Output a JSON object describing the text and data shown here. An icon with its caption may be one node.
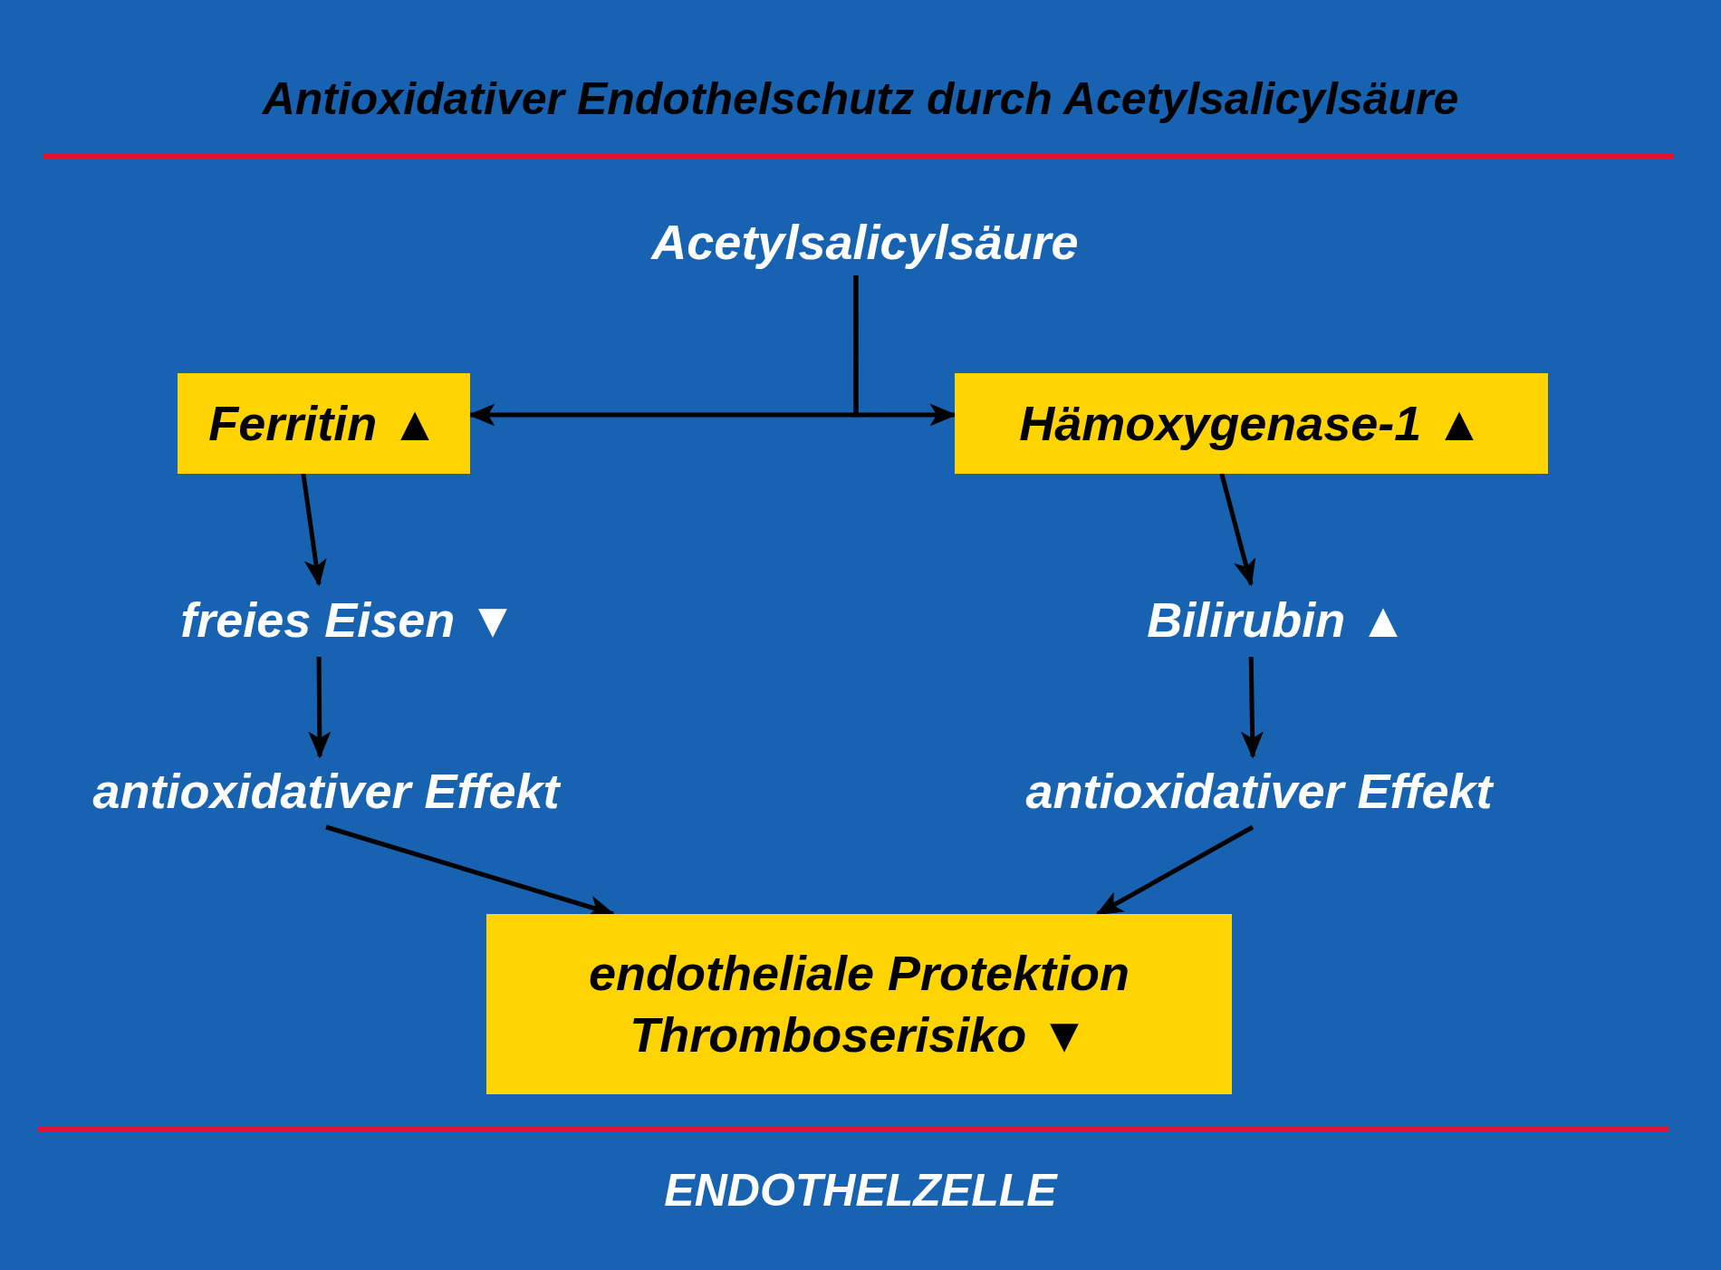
{
  "diagram": {
    "title": "Antioxidativer Endothelschutz durch Acetylsalicylsäure",
    "nodes": [
      {
        "text": [
          "Acetylsalicylsäure"
        ]
      },
      {
        "text": [
          "Ferritin ▲"
        ]
      },
      {
        "text": [
          "Hämoxygenase-1 ▲"
        ]
      },
      {
        "text": [
          "freies Eisen ▼"
        ]
      },
      {
        "text": [
          "Bilirubin ▲"
        ]
      },
      {
        "text": [
          "antioxidativer Effekt"
        ]
      },
      {
        "text": [
          "antioxidativer Effekt"
        ]
      },
      {
        "text": [
          "endotheliale Protektion",
          "Thromboserisiko ▼"
        ]
      }
    ],
    "edges": [
      {
        "from": 0,
        "to": 1,
        "arrow": "to"
      },
      {
        "from": 0,
        "to": 2,
        "arrow": "to"
      },
      {
        "from": 1,
        "to": 3,
        "arrow": "to"
      },
      {
        "from": 3,
        "to": 5,
        "arrow": "to"
      },
      {
        "from": 5,
        "to": 7,
        "arrow": "to"
      },
      {
        "from": 2,
        "to": 4,
        "arrow": "to"
      },
      {
        "from": 4,
        "to": 6,
        "arrow": "to"
      },
      {
        "from": 6,
        "to": 7,
        "arrow": "to"
      }
    ],
    "labels": [
      "ENDOTHELZELLE"
    ]
  }
}
